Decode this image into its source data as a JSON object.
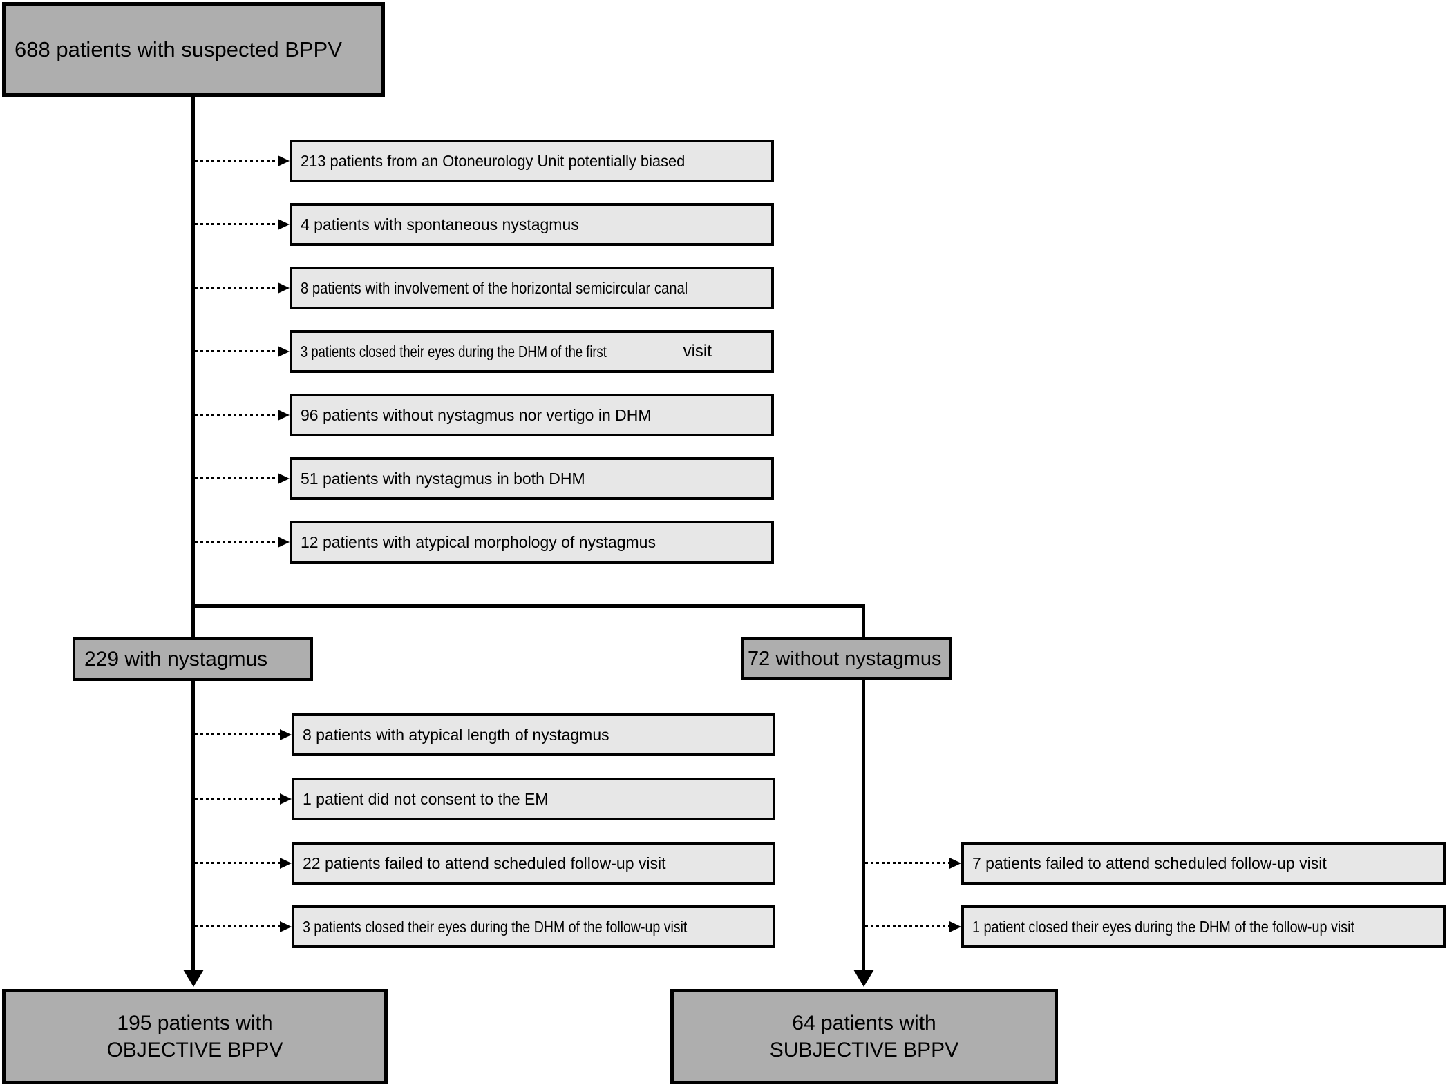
{
  "nodes": {
    "root": {
      "label": "688 patients with suspected BPPV"
    },
    "with_nystagmus": {
      "label": "229 with nystagmus"
    },
    "without_nystagmus": {
      "label": "72 without nystagmus"
    },
    "objective": {
      "line1": "195 patients with",
      "line2": "OBJECTIVE BPPV"
    },
    "subjective": {
      "line1": "64 patients with",
      "line2": "SUBJECTIVE BPPV"
    }
  },
  "exclusions_root": [
    {
      "label": "213 patients from an Otoneurology Unit potentially biased"
    },
    {
      "label": "4 patients with spontaneous nystagmus"
    },
    {
      "label": "8 patients with involvement of the horizontal semicircular canal"
    },
    {
      "label_main": "3 patients closed their eyes during the DHM of the first ",
      "label_tail": "visit"
    },
    {
      "label": "96 patients without nystagmus nor vertigo in DHM"
    },
    {
      "label": "51 patients with nystagmus in both DHM"
    },
    {
      "label": "12 patients with atypical morphology of nystagmus"
    }
  ],
  "exclusions_with_nystagmus": [
    {
      "label": "8 patients with atypical length of nystagmus"
    },
    {
      "label": "1 patient did not consent to the EM"
    },
    {
      "label": "22 patients failed to attend scheduled follow-up visit"
    },
    {
      "label": "3 patients closed their eyes during the DHM of the follow-up visit"
    }
  ],
  "exclusions_without_nystagmus": [
    {
      "label": "7 patients failed to attend scheduled follow-up visit"
    },
    {
      "label": "1 patient closed their eyes during the DHM of the follow-up visit"
    }
  ],
  "colors": {
    "node_fill": "#aeaeae",
    "exclusion_fill": "#e7e7e7",
    "line": "#000000"
  }
}
